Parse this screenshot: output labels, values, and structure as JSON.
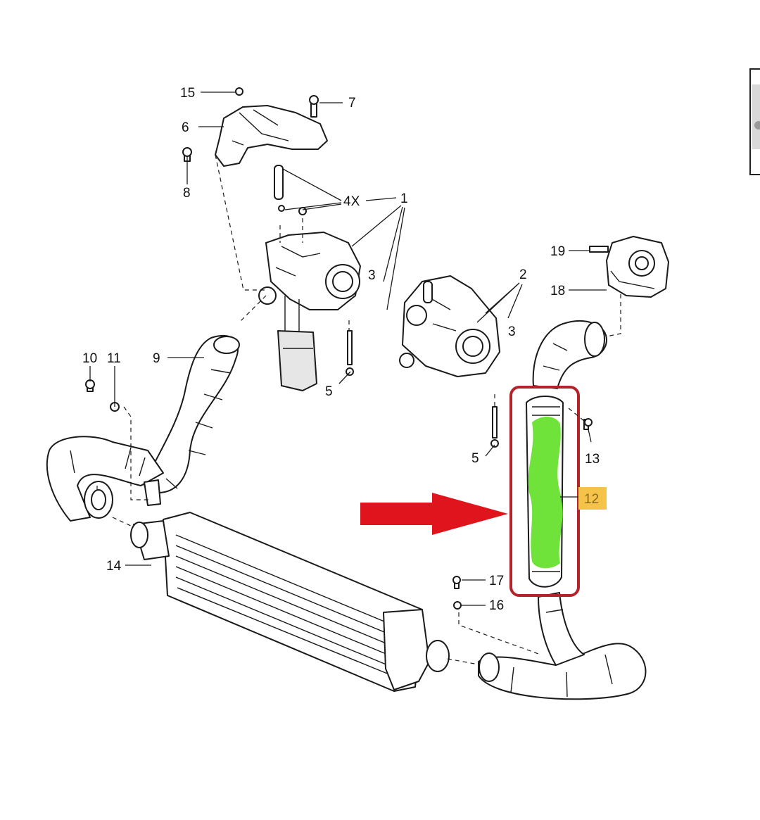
{
  "callouts": {
    "c1": "1",
    "c2": "2",
    "c3a": "3",
    "c3b": "3",
    "c4x": "4X",
    "c5a": "5",
    "c5b": "5",
    "c6": "6",
    "c7": "7",
    "c8": "8",
    "c9": "9",
    "c10": "10",
    "c11": "11",
    "c12": "12",
    "c13": "13",
    "c14": "14",
    "c15": "15",
    "c16": "16",
    "c17": "17",
    "c18": "18",
    "c19": "19"
  },
  "highlight": {
    "part_number": "12",
    "hose_color": "#6fe33a",
    "frame_color": "#b5232a",
    "arrow_color": "#e0141c",
    "label_bg": "#f5c24a"
  }
}
